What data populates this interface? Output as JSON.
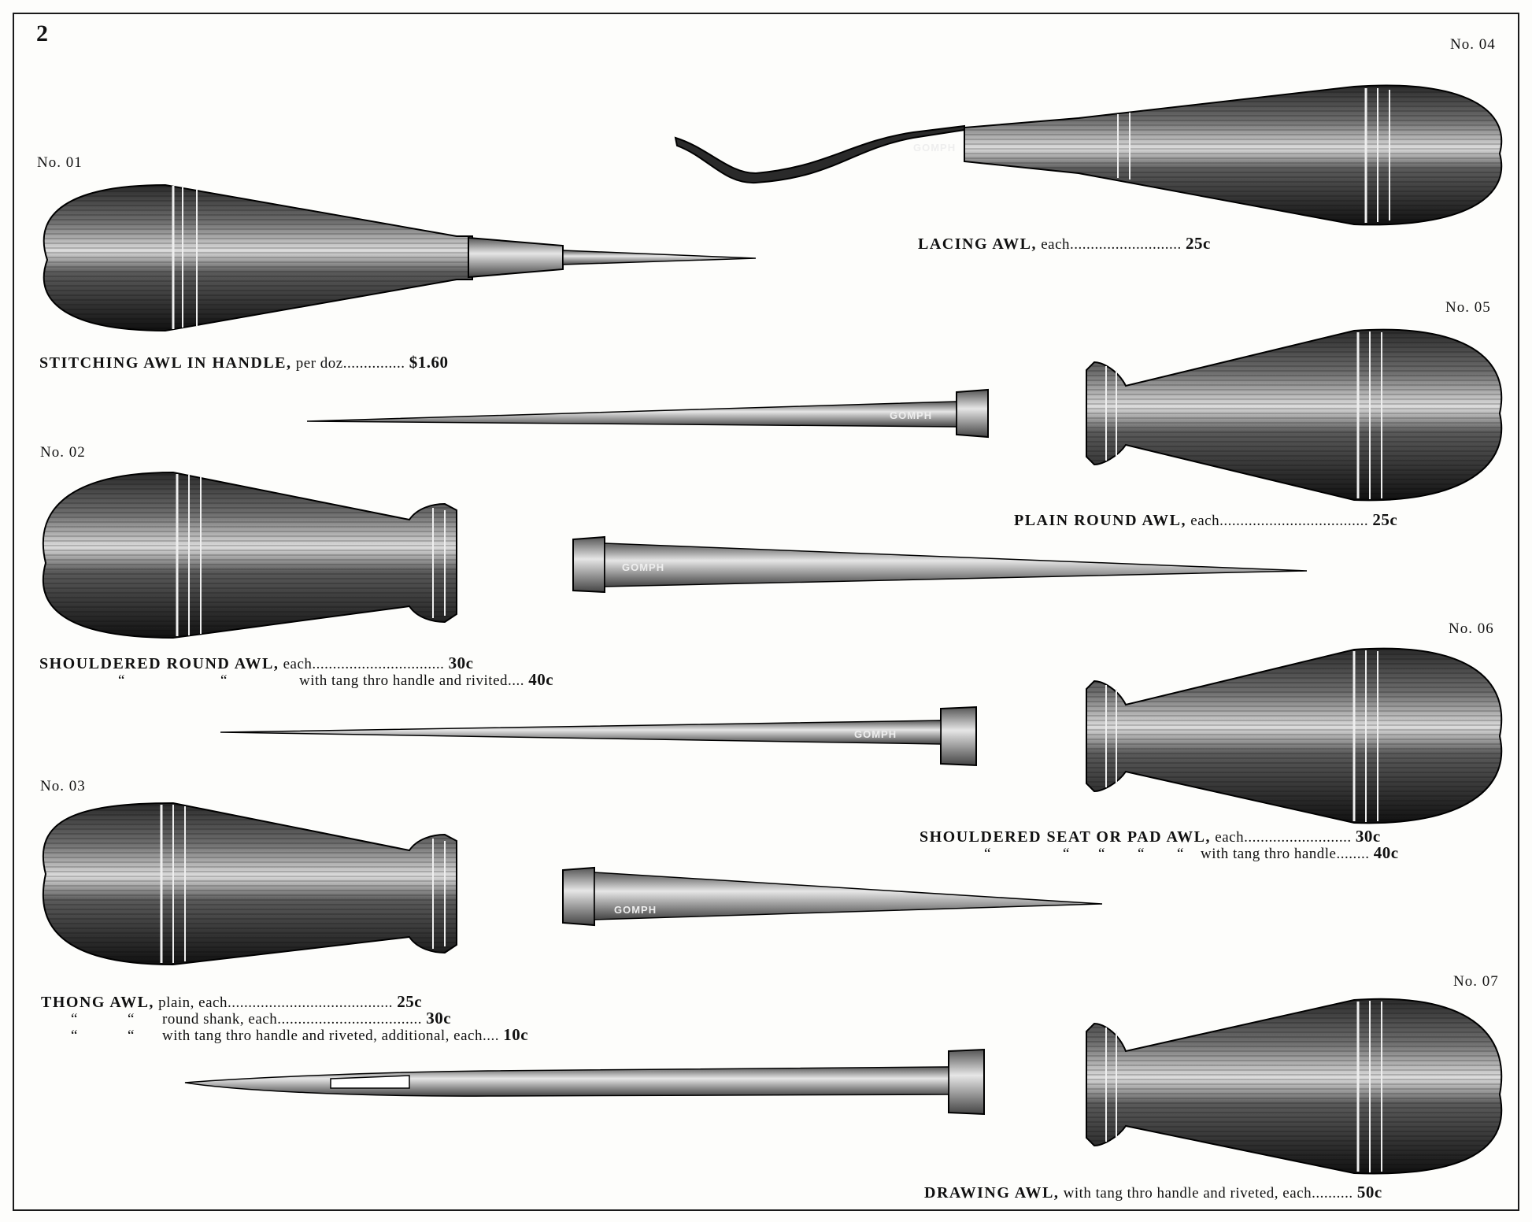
{
  "page_number": "2",
  "tools": [
    {
      "number": "No. 01",
      "lines": [
        {
          "name": "STITCHING AWL IN HANDLE,",
          "desc": " per doz",
          "dots": "...............",
          "price": "$1.60"
        }
      ]
    },
    {
      "number": "No. 02",
      "lines": [
        {
          "name": "SHOULDERED ROUND AWL,",
          "desc": " each",
          "dots": "................................",
          "price": "30c"
        },
        {
          "ditto": [
            "“",
            "“"
          ],
          "desc": "with tang thro handle and rivited",
          "dots": "....",
          "price": "40c"
        }
      ]
    },
    {
      "number": "No. 03",
      "lines": [
        {
          "name": "THONG AWL,",
          "desc": " plain, each",
          "dots": "........................................",
          "price": "25c"
        },
        {
          "ditto": [
            "“",
            "“"
          ],
          "desc": "round shank, each",
          "dots": "...................................",
          "price": "30c"
        },
        {
          "ditto": [
            "“",
            "“"
          ],
          "desc": "with tang thro handle and riveted, additional, each",
          "dots": "....",
          "price": "10c"
        }
      ]
    },
    {
      "number": "No. 04",
      "lines": [
        {
          "name": "LACING AWL,",
          "desc": " each",
          "dots": "...........................",
          "price": "25c"
        }
      ]
    },
    {
      "number": "No. 05",
      "lines": [
        {
          "name": "PLAIN ROUND AWL,",
          "desc": " each",
          "dots": "....................................",
          "price": "25c"
        }
      ]
    },
    {
      "number": "No. 06",
      "lines": [
        {
          "name": "SHOULDERED SEAT OR PAD AWL,",
          "desc": " each",
          "dots": "..........................",
          "price": "30c"
        },
        {
          "ditto": [
            "“",
            "“",
            "“",
            "“",
            "“"
          ],
          "desc": "with tang thro handle",
          "dots": "........",
          "price": "40c"
        }
      ]
    },
    {
      "number": "No. 07",
      "lines": [
        {
          "name": "DRAWING AWL,",
          "desc": " with tang thro handle and riveted, each",
          "dots": "..........",
          "price": "50c"
        }
      ]
    }
  ],
  "brand_mark": "GOMPH",
  "colors": {
    "ink": "#111111",
    "wood_dark": "#1c1c1c",
    "wood_light": "#8a8a8a",
    "steel": "#bdbdbd"
  }
}
